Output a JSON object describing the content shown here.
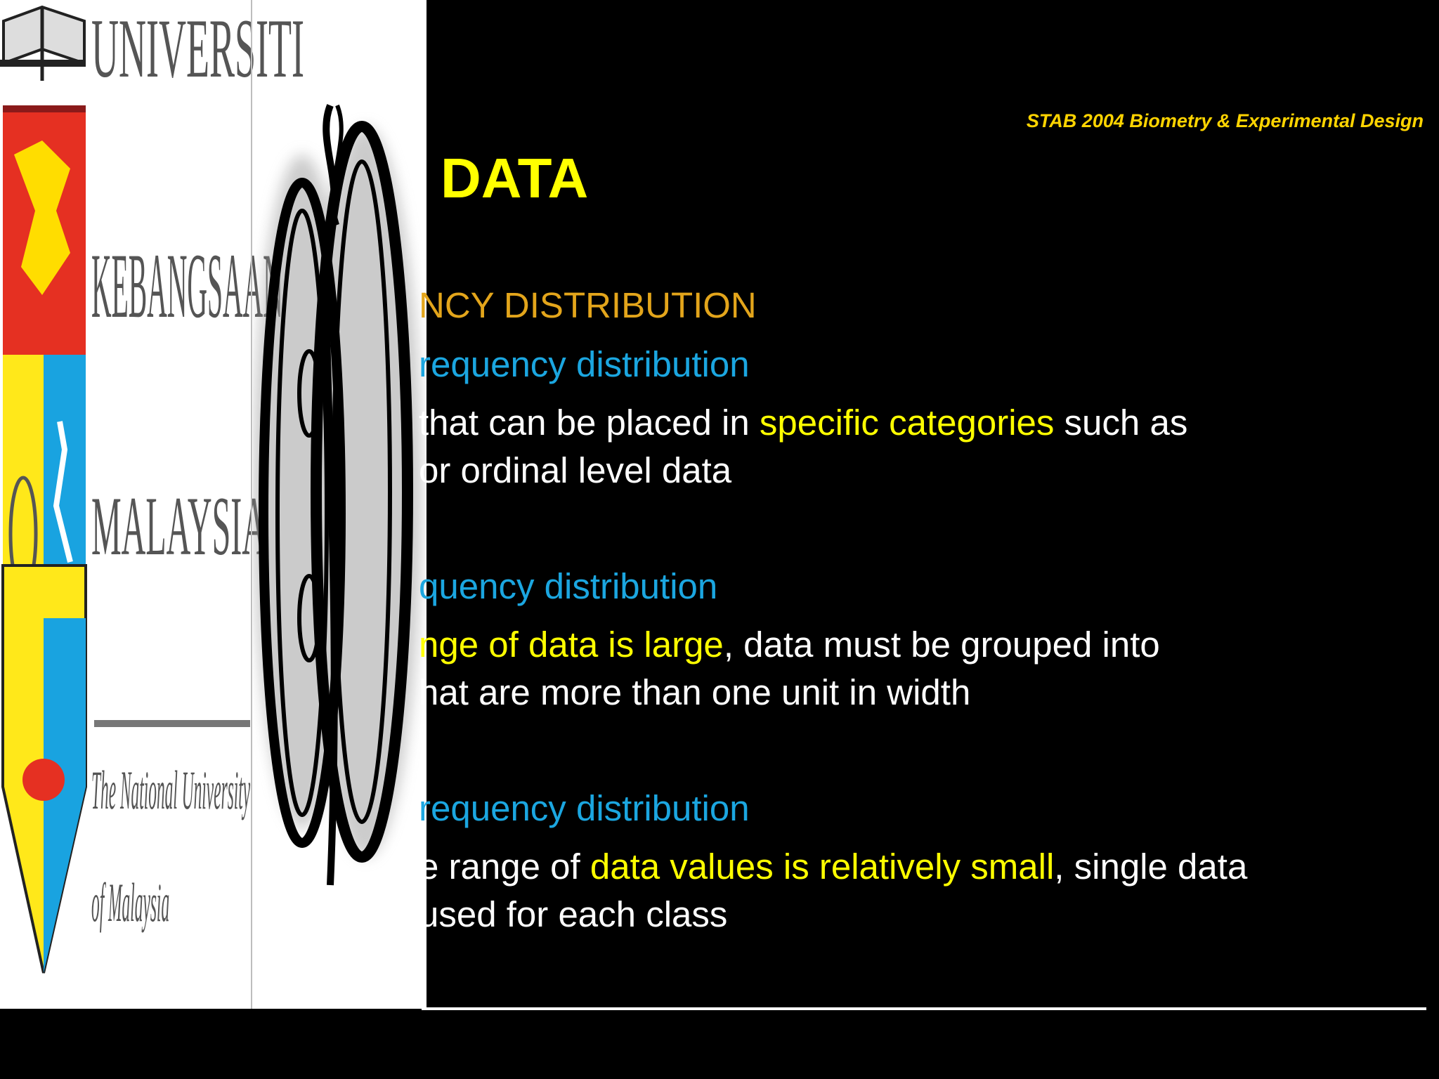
{
  "header": {
    "course_title": "STAB 2004 Biometry & Experimental Design",
    "slide_title": "DATA"
  },
  "logo": {
    "university_words": [
      "UNIVERSITI",
      "KEBANGSAAN",
      "MALAYSIA"
    ],
    "english_name_lines": [
      "The National University",
      "of Malaysia"
    ]
  },
  "content": {
    "heading": "NCY DISTRIBUTION",
    "sections": [
      {
        "subheading": "requency distribution",
        "lines": [
          [
            {
              "text": "that can be placed in ",
              "style": "white"
            },
            {
              "text": "specific categories",
              "style": "yellow"
            },
            {
              "text": " such as",
              "style": "white"
            }
          ],
          [
            {
              "text": "or ordinal level data",
              "style": "white"
            }
          ]
        ]
      },
      {
        "subheading": "quency distribution",
        "lines": [
          [
            {
              "text": "nge of data is large",
              "style": "yellow"
            },
            {
              "text": ", data must be grouped into",
              "style": "white"
            }
          ],
          [
            {
              "text": "hat are more than one unit in width",
              "style": "white"
            }
          ]
        ]
      },
      {
        "subheading": "requency distribution",
        "lines": [
          [
            {
              "text": "e range of ",
              "style": "white"
            },
            {
              "text": "data values is relatively small",
              "style": "yellow"
            },
            {
              "text": ", single data",
              "style": "white"
            }
          ],
          [
            {
              "text": "used for each class",
              "style": "white"
            }
          ]
        ]
      }
    ]
  },
  "colors": {
    "background": "#000000",
    "title": "#ffff00",
    "heading": "#e3a51b",
    "subheading": "#1ba6e0",
    "highlight": "#ffff00",
    "body": "#ffffff"
  }
}
